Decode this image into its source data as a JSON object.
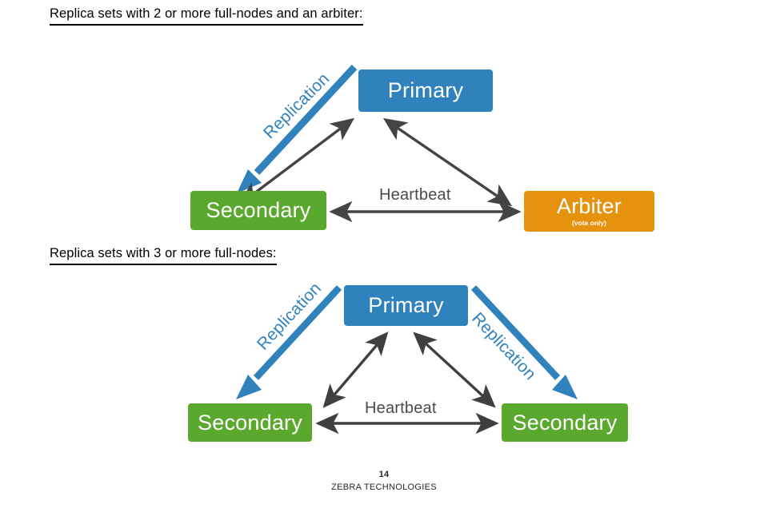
{
  "slide": {
    "page_number": "14",
    "company": "ZEBRA TECHNOLOGIES"
  },
  "colors": {
    "primary_blue": "#3082bd",
    "secondary_green": "#5ba82e",
    "arbiter_orange": "#e5920f",
    "replication_blue": "#3082bd",
    "heartbeat_gray": "#4a4a4a",
    "text_black": "#000000"
  },
  "sections": [
    {
      "heading": "Replica sets with 2 or more full-nodes and an arbiter:",
      "nodes": [
        {
          "label": "Primary",
          "sublabel": "",
          "role": "primary"
        },
        {
          "label": "Secondary",
          "sublabel": "",
          "role": "secondary"
        },
        {
          "label": "Arbiter",
          "sublabel": "(vote only)",
          "role": "arbiter"
        }
      ],
      "edges": [
        {
          "label": "Replication",
          "kind": "replication",
          "from": "Primary",
          "to": "Secondary"
        },
        {
          "label": "Heartbeat",
          "kind": "heartbeat",
          "from": "Secondary",
          "to": "Arbiter"
        }
      ]
    },
    {
      "heading": "Replica sets with 3 or more full-nodes:",
      "nodes": [
        {
          "label": "Primary",
          "sublabel": "",
          "role": "primary"
        },
        {
          "label": "Secondary",
          "sublabel": "",
          "role": "secondary"
        },
        {
          "label": "Secondary",
          "sublabel": "",
          "role": "secondary"
        }
      ],
      "edges": [
        {
          "label": "Replication",
          "kind": "replication",
          "from": "Primary",
          "to": "Secondary (left)"
        },
        {
          "label": "Replication",
          "kind": "replication",
          "from": "Primary",
          "to": "Secondary (right)"
        },
        {
          "label": "Heartbeat",
          "kind": "heartbeat",
          "from": "Secondary (left)",
          "to": "Secondary (right)"
        }
      ]
    }
  ]
}
